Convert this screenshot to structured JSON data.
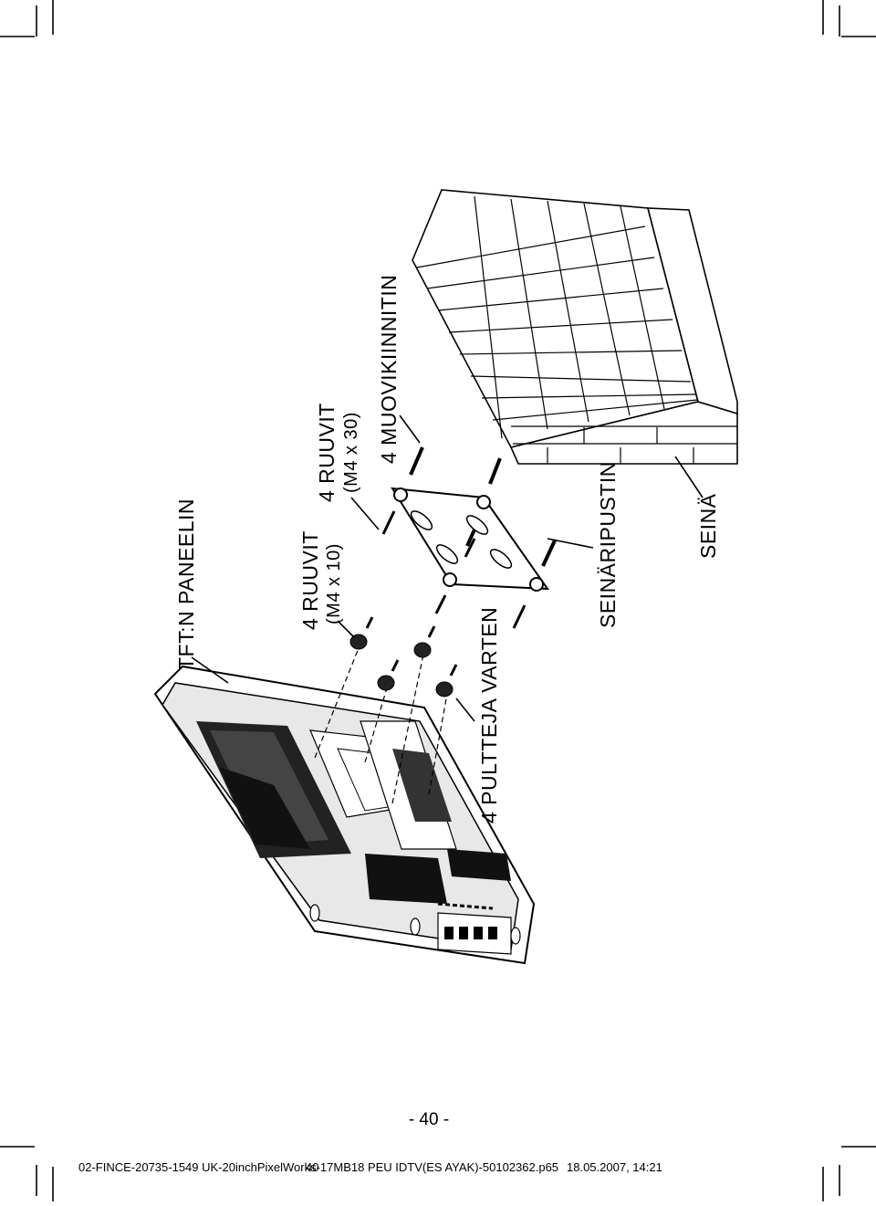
{
  "page_number": "- 40 -",
  "labels": {
    "panel": "TFT:N PANEELIN",
    "screws_short": "4 RUUVIT",
    "screws_short_size": "(M4 x 10)",
    "screws_long": "4 RUUVIT",
    "screws_long_size": "(M4 x 30)",
    "plastic_anchors": "4 MUOVIKIINNITIN",
    "bolts": "4 PULTTEJA VARTEN",
    "wall_bracket": "SEINÄRIPUSTIN",
    "wall": "SEINÄ"
  },
  "footer": {
    "file_a": "02-FINCE-20735-1549 UK-20inchPixelWorks-17MB18 PEU IDTV(ES AYAK)-50102362.p65",
    "page_ref": "40",
    "timestamp": "18.05.2007, 14:21"
  }
}
